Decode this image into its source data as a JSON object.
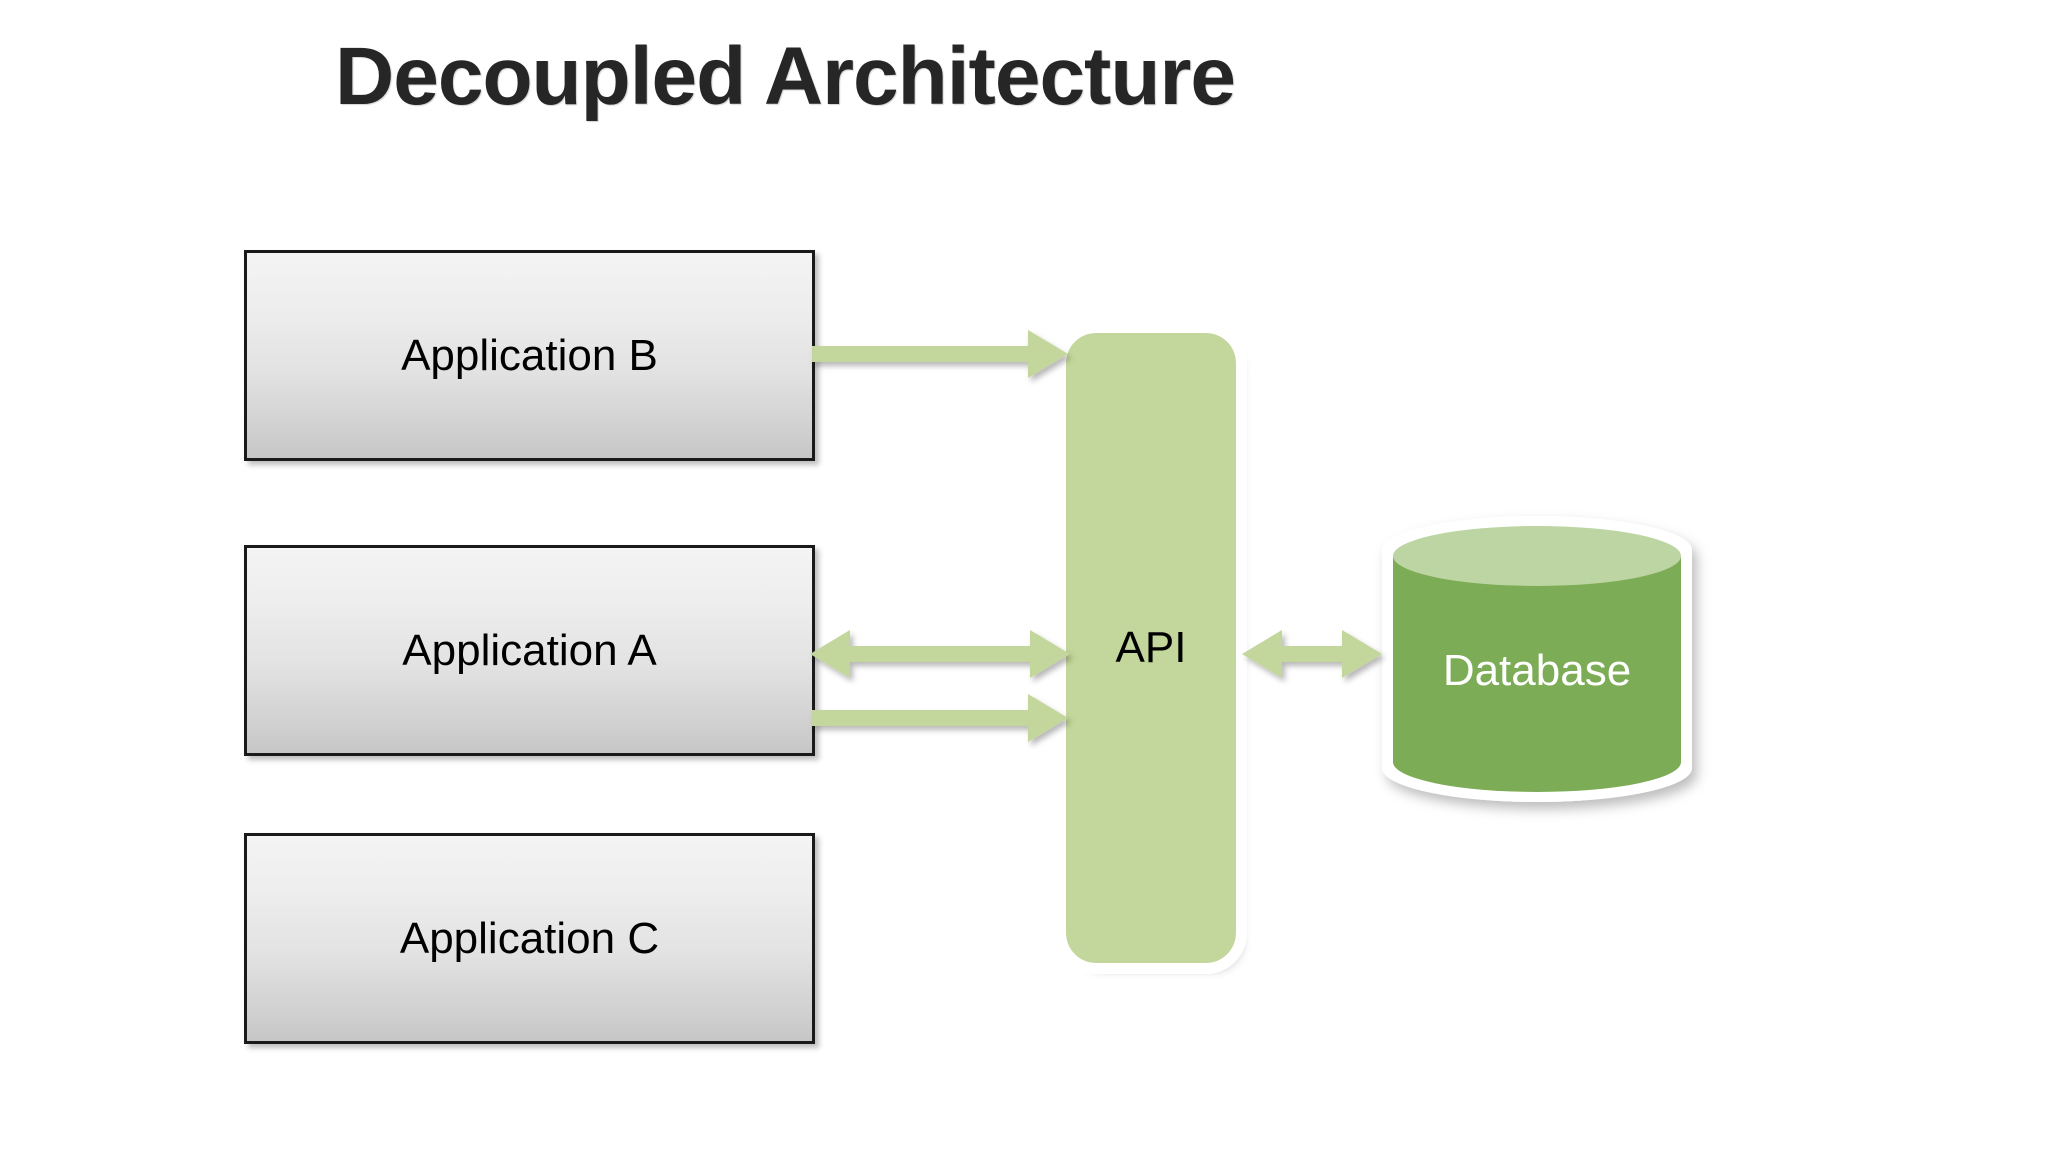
{
  "slide": {
    "title": "Decoupled Architecture",
    "background_color": "#ffffff"
  },
  "theme": {
    "title_color": "#262626",
    "box_fill_top": "#f4f4f4",
    "box_fill_bottom": "#c6c6c6",
    "box_border_color": "#1a1a1a",
    "api_fill": "#c3d69b",
    "api_outline": "#ffffff",
    "database_body_fill": "#7cac55",
    "database_top_fill": "#bdd5a2",
    "database_outline": "#ffffff",
    "database_label_color": "#ffffff",
    "arrow_color": "#c3d69b",
    "label_color": "#000000"
  },
  "nodes": {
    "applications": [
      {
        "id": "application-b",
        "label": "Application B"
      },
      {
        "id": "application-a",
        "label": "Application A"
      },
      {
        "id": "application-c",
        "label": "Application C"
      }
    ],
    "api": {
      "id": "api",
      "label": "API",
      "shape": "rounded-rectangle"
    },
    "database": {
      "id": "database",
      "label": "Database",
      "shape": "cylinder"
    }
  },
  "connectors": [
    {
      "id": "application-b-to-api",
      "from": "Application B",
      "to": "API",
      "direction": "one-way"
    },
    {
      "id": "application-a-to-api",
      "from": "Application A",
      "to": "API",
      "direction": "two-way"
    },
    {
      "id": "application-c-to-api",
      "from": "Application C",
      "to": "API",
      "direction": "one-way"
    },
    {
      "id": "api-to-database",
      "from": "API",
      "to": "Database",
      "direction": "two-way"
    }
  ]
}
